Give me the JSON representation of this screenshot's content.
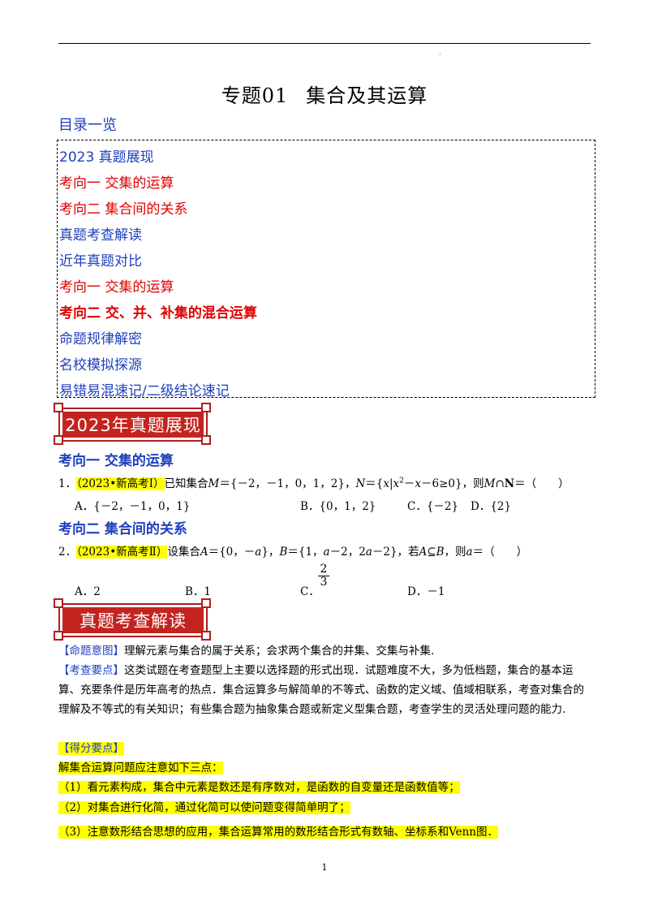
{
  "doc_title": "专题01",
  "doc_subtitle": "集合及其运算",
  "toc": {
    "heading": "目录一览",
    "items": [
      {
        "label": "2023 真题展现",
        "color": "blue",
        "bold": false
      },
      {
        "label": "考向一  交集的运算",
        "color": "red",
        "bold": false
      },
      {
        "label": "考向二  集合间的关系",
        "color": "red",
        "bold": false
      },
      {
        "label": "真题考查解读",
        "color": "blue",
        "bold": false
      },
      {
        "label": "近年真题对比",
        "color": "blue",
        "bold": false
      },
      {
        "label": "考向一  交集的运算",
        "color": "red",
        "bold": false
      },
      {
        "label": "考向二  交、并、补集的混合运算",
        "color": "red",
        "bold": true
      },
      {
        "label": "命题规律解密",
        "color": "blue",
        "bold": false
      },
      {
        "label": "名校模拟探源",
        "color": "blue",
        "bold": false
      },
      {
        "label": "易错易混速记/二级结论速记",
        "color": "blue",
        "bold": false
      }
    ]
  },
  "banner1": "2023年真题展现",
  "section1": {
    "heading": "考向一  交集的运算",
    "q_num": "1．",
    "q_source": "（2023•新高考Ⅰ）",
    "q_text_a": "已知集合",
    "q_M": "M",
    "q_text_b": "＝{－2，－1，0，1，2}，",
    "q_N": "N",
    "q_text_c": "＝{",
    "q_x1": "x",
    "q_bar": "|",
    "q_x2": "x",
    "q_sup": "2",
    "q_text_d": "－",
    "q_x3": "x",
    "q_text_e": "－6≥0}，则",
    "q_M2": "M",
    "q_cap": "∩",
    "q_Nbold": "N",
    "q_text_f": "＝（　　）",
    "opt_a": "A．{－2，－1，0，1}",
    "opt_b": "B．{0，1，2}",
    "opt_c": "C．{－2}",
    "opt_d": "D．{2}"
  },
  "section2": {
    "heading": "考向二  集合间的关系",
    "q_num": "2．",
    "q_source": "（2023•新高考Ⅱ）",
    "q_text_a": "设集合",
    "q_A": "A",
    "q_text_b": "＝{0，－",
    "q_a1": "a",
    "q_text_c": "}，",
    "q_B": "B",
    "q_text_d": "＝{1，",
    "q_a2": "a",
    "q_text_e": "－2，2",
    "q_a3": "a",
    "q_text_f": "－2}，若",
    "q_A2": "A",
    "q_sub": "⊆",
    "q_B2": "B",
    "q_text_g": "，则",
    "q_a4": "a",
    "q_text_h": "＝（　　）",
    "opt_a": "A．2",
    "opt_b": "B．1",
    "opt_c_label": "C．",
    "opt_c_num": "2",
    "opt_c_den": "3",
    "opt_d": "D．－1"
  },
  "banner2": "真题考查解读",
  "analysis": {
    "intent_tag": "【命题意图】",
    "intent_text": "理解元素与集合的属于关系；会求两个集合的并集、交集与补集.",
    "points_tag": "【考查要点】",
    "points_text": "这类试题在考查题型上主要以选择题的形式出现．试题难度不大，多为低档题，集合的基本运算、充要条件是历年高考的热点．集合运算多与解简单的不等式、函数的定义域、值域相联系，考查对集合的理解及不等式的有关知识；有些集合题为抽象集合题或新定义型集合题，考查学生的灵活处理问题的能力.",
    "score_tag": "【得分要点】",
    "lines": [
      "解集合运算问题应注意如下三点：",
      "（1）看元素构成，集合中元素是数还是有序数对，是函数的自变量还是函数值等；",
      "（2）对集合进行化简，通过化简可以使问题变得简单明了；",
      "（3）注意数形结合思想的应用，集合运算常用的数形结合形式有数轴、坐标系和Venn图．"
    ]
  },
  "page_number": "1",
  "colors": {
    "blue": "#1f3fbf",
    "red": "#e00000",
    "highlight": "#ffff00",
    "banner": "#c4241f"
  }
}
